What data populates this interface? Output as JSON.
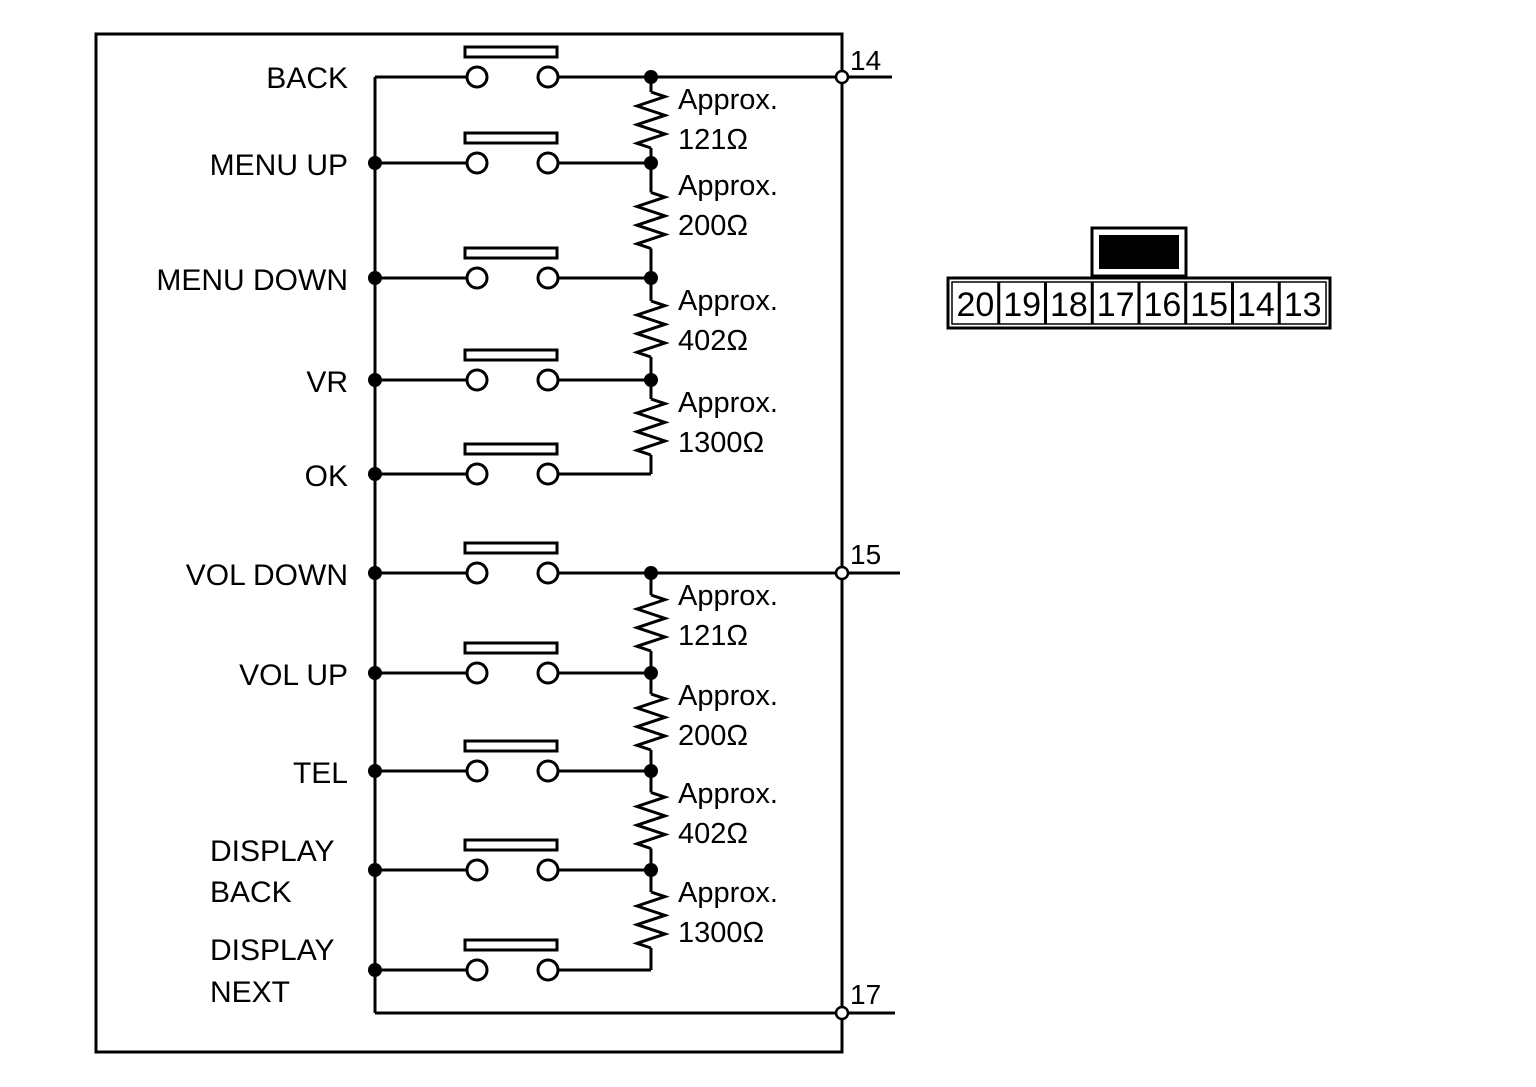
{
  "switches": [
    {
      "id": "back",
      "label_lines": [
        "BACK"
      ]
    },
    {
      "id": "menu-up",
      "label_lines": [
        "MENU UP"
      ]
    },
    {
      "id": "menu-down",
      "label_lines": [
        "MENU DOWN"
      ]
    },
    {
      "id": "vr",
      "label_lines": [
        "VR"
      ]
    },
    {
      "id": "ok",
      "label_lines": [
        "OK"
      ]
    },
    {
      "id": "vol-down",
      "label_lines": [
        "VOL DOWN"
      ]
    },
    {
      "id": "vol-up",
      "label_lines": [
        "VOL UP"
      ]
    },
    {
      "id": "tel",
      "label_lines": [
        "TEL"
      ]
    },
    {
      "id": "display-back",
      "label_lines": [
        "DISPLAY",
        "BACK"
      ]
    },
    {
      "id": "display-next",
      "label_lines": [
        "DISPLAY",
        "NEXT"
      ]
    }
  ],
  "resistors": [
    {
      "line1": "Approx.",
      "line2": "121Ω"
    },
    {
      "line1": "Approx.",
      "line2": "200Ω"
    },
    {
      "line1": "Approx.",
      "line2": "402Ω"
    },
    {
      "line1": "Approx.",
      "line2": "1300Ω"
    },
    {
      "line1": "Approx.",
      "line2": "121Ω"
    },
    {
      "line1": "Approx.",
      "line2": "200Ω"
    },
    {
      "line1": "Approx.",
      "line2": "402Ω"
    },
    {
      "line1": "Approx.",
      "line2": "1300Ω"
    }
  ],
  "terminals": [
    "14",
    "15",
    "17"
  ],
  "connector": {
    "pins": [
      "20",
      "19",
      "18",
      "17",
      "16",
      "15",
      "14",
      "13"
    ]
  }
}
